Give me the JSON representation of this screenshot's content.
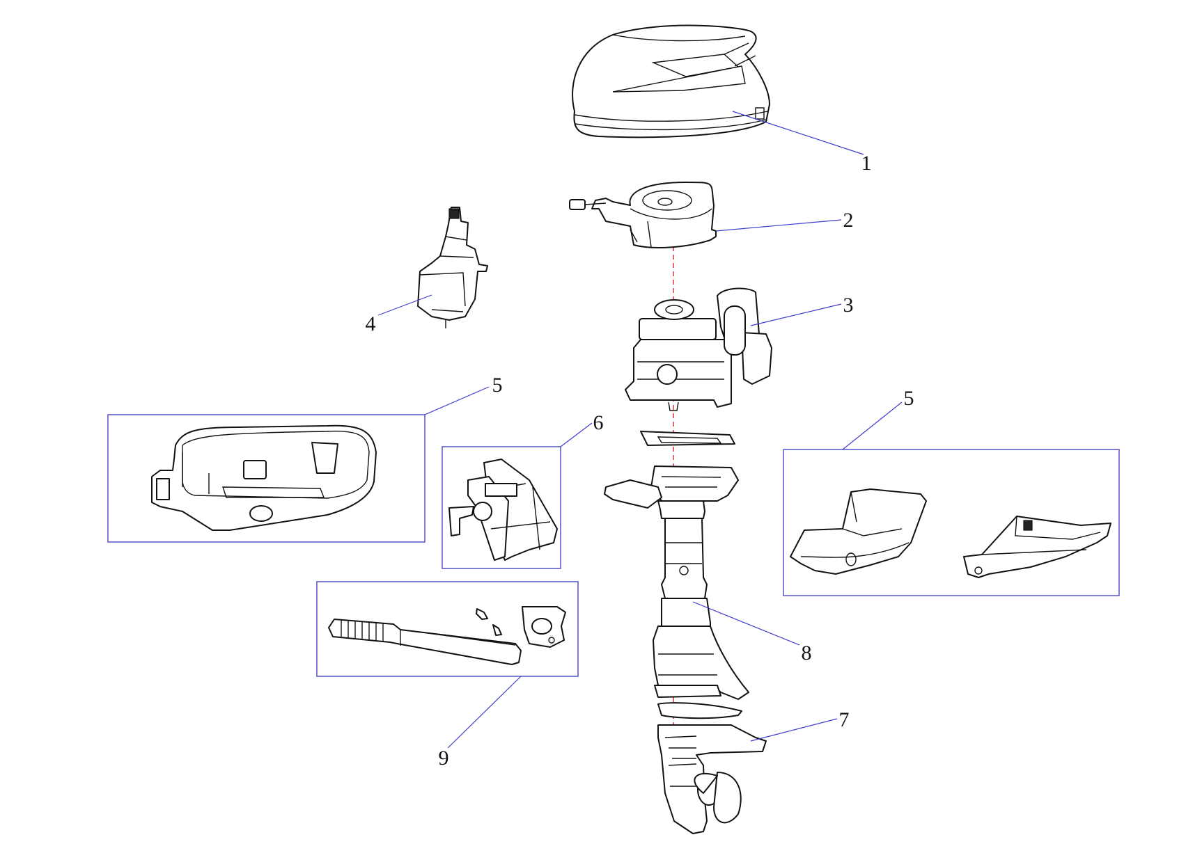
{
  "diagram": {
    "type": "exploded-parts-diagram",
    "colors": {
      "line": "#111111",
      "leader": "#3b3bd0",
      "frame": "#4646c8",
      "center_axis": "#e0303a",
      "background": "#ffffff"
    },
    "callouts": [
      {
        "id": "c1",
        "label": "1"
      },
      {
        "id": "c2",
        "label": "2"
      },
      {
        "id": "c3",
        "label": "3"
      },
      {
        "id": "c4",
        "label": "4"
      },
      {
        "id": "c5a",
        "label": "5"
      },
      {
        "id": "c5b",
        "label": "5"
      },
      {
        "id": "c6",
        "label": "6"
      },
      {
        "id": "c7",
        "label": "7"
      },
      {
        "id": "c8",
        "label": "8"
      },
      {
        "id": "c9",
        "label": "9"
      }
    ]
  }
}
